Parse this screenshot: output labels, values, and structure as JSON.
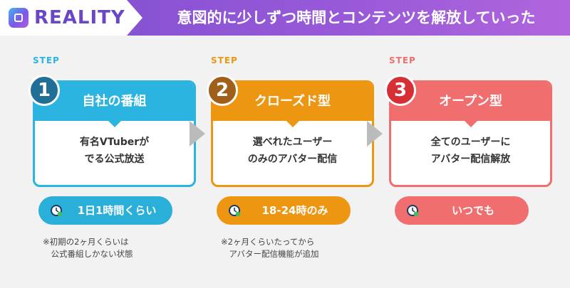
{
  "header": {
    "brand_name": "REALITY",
    "title": "意図的に少しずつ時間とコンテンツを解放していった"
  },
  "colors": {
    "step1": "#2bb4e0",
    "step1_dark": "#1f6f96",
    "step1_pill": "#2ab0d8",
    "step2": "#ec9612",
    "step2_dark": "#a0601a",
    "step3": "#f06e6e",
    "step3_dark": "#d62f36",
    "arrow": "#bbbbbb"
  },
  "steps": [
    {
      "label": "STEP",
      "number": "1",
      "title": "自社の番組",
      "desc_line1": "有名VTuberが",
      "desc_line2": "でる公式放送",
      "time": "1日1時間くらい",
      "note": "※初期の2ヶ月くらいは\n　公式番組しかない状態"
    },
    {
      "label": "STEP",
      "number": "2",
      "title": "クローズド型",
      "desc_line1": "選べれたユーザー",
      "desc_line2": "のみのアバター配信",
      "time": "18-24時のみ",
      "note": "※2ヶ月くらいたってから\n　アバター配信機能が追加"
    },
    {
      "label": "STEP",
      "number": "3",
      "title": "オープン型",
      "desc_line1": "全てのユーザーに",
      "desc_line2": "アバター配信解放",
      "time": "いつでも",
      "note": ""
    }
  ]
}
